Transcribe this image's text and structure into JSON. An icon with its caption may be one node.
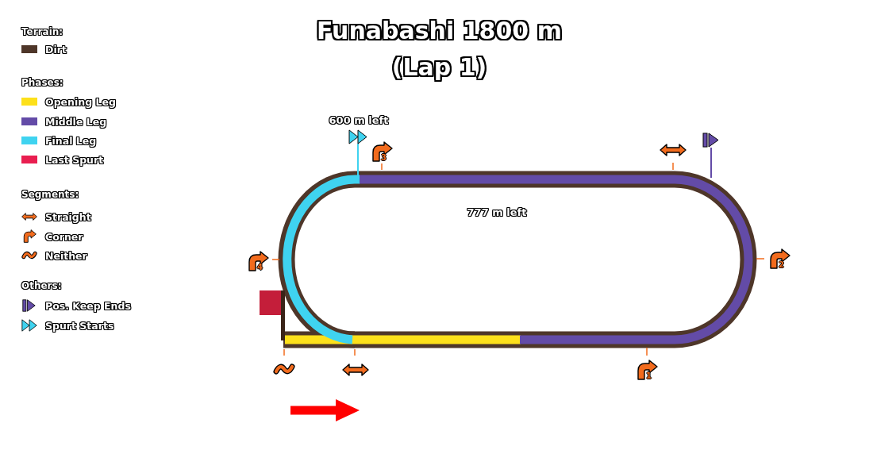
{
  "diagram": {
    "title": "Funabashi 1800 m (Lap 1)",
    "labels": [
      "Terrain:",
      "Phases:",
      "Segments:",
      "Others:",
      "600 m left",
      "3",
      "777 m left",
      "4",
      "2",
      "1"
    ],
    "legend": [
      {
        "text": "Dirt",
        "color": "#4e3629"
      },
      {
        "text": "Opening Leg",
        "color": "#fde01a"
      },
      {
        "text": "Middle Leg",
        "color": "#634ba7"
      },
      {
        "text": "Final Leg",
        "color": "#3fd3f0"
      },
      {
        "text": "Last Spurt",
        "color": "#e91e50"
      },
      {
        "text": "Straight"
      },
      {
        "text": "Corner"
      },
      {
        "text": "Neither"
      },
      {
        "text": "Pos. Keep Ends"
      },
      {
        "text": "Spurt Starts"
      }
    ]
  }
}
